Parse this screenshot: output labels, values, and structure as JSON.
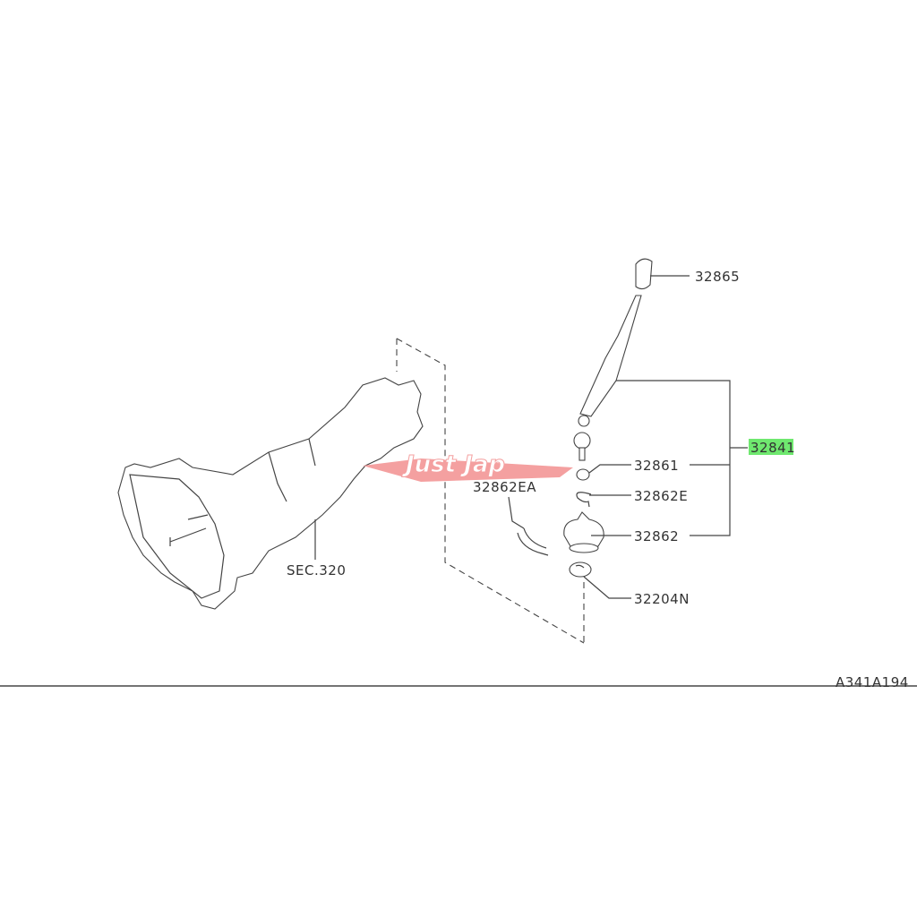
{
  "diagram_code": "A341A194",
  "watermark": "Just Jap",
  "colors": {
    "highlight": "#6fe86f",
    "watermark": "#f4a0a0"
  },
  "parts": {
    "knob": "32865",
    "lever_assembly": "32841",
    "bushing": "32861",
    "clip": "32862E",
    "boot": "32862",
    "boot_band": "32862EA",
    "snap_ring": "32204N",
    "transmission": "SEC.320"
  }
}
